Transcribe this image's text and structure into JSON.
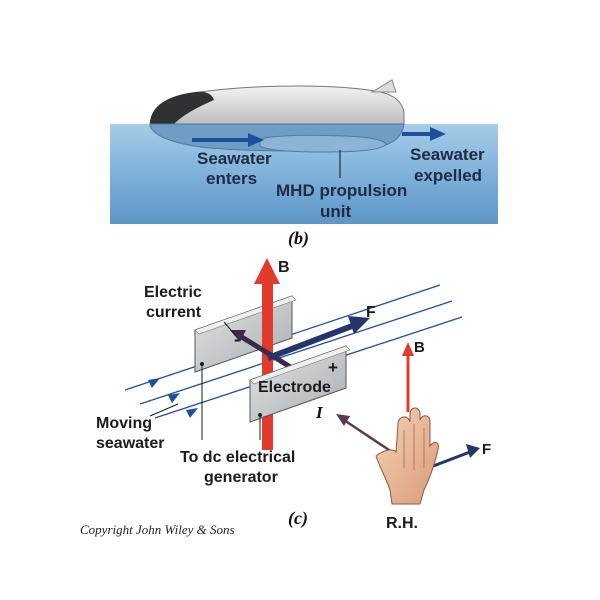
{
  "panel_b": {
    "caption": "(b)",
    "seawater_enters": [
      "Seawater",
      "enters"
    ],
    "mhd_unit": [
      "MHD propulsion",
      "unit"
    ],
    "seawater_expelled": [
      "Seawater",
      "expelled"
    ]
  },
  "panel_c": {
    "caption": "(c)",
    "b_label": "B",
    "f_label": "F",
    "electric_current": [
      "Electric",
      "current"
    ],
    "electrode": "Electrode",
    "minus": "-",
    "plus": "+",
    "moving_seawater": [
      "Moving",
      "seawater"
    ],
    "generator": [
      "To dc electrical",
      "generator"
    ],
    "hand_b": "B",
    "hand_i": "I",
    "hand_f": "F",
    "rh": "R.H."
  },
  "copyright": "Copyright John Wiley & Sons",
  "colors": {
    "water_top": "#9ec6e6",
    "water_bottom": "#5f98c8",
    "arrow_blue": "#1e4f9c",
    "b_red": "#e23a2c",
    "f_navy": "#24356b",
    "plate": "#c9cccf"
  }
}
